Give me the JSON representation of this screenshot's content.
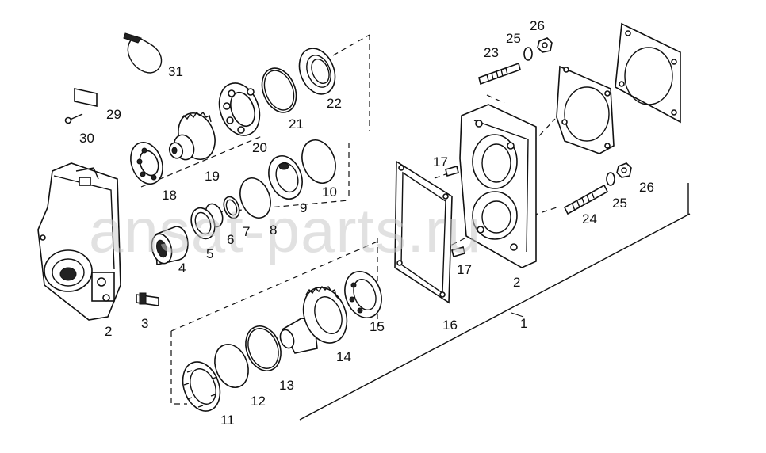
{
  "watermark": "ansat-parts.ru",
  "callouts": [
    "1",
    "2",
    "2",
    "3",
    "4",
    "5",
    "6",
    "7",
    "8",
    "9",
    "10",
    "11",
    "12",
    "13",
    "14",
    "15",
    "16",
    "17",
    "17",
    "18",
    "19",
    "20",
    "21",
    "22",
    "23",
    "24",
    "25",
    "25",
    "26",
    "26",
    "29",
    "30",
    "31"
  ]
}
